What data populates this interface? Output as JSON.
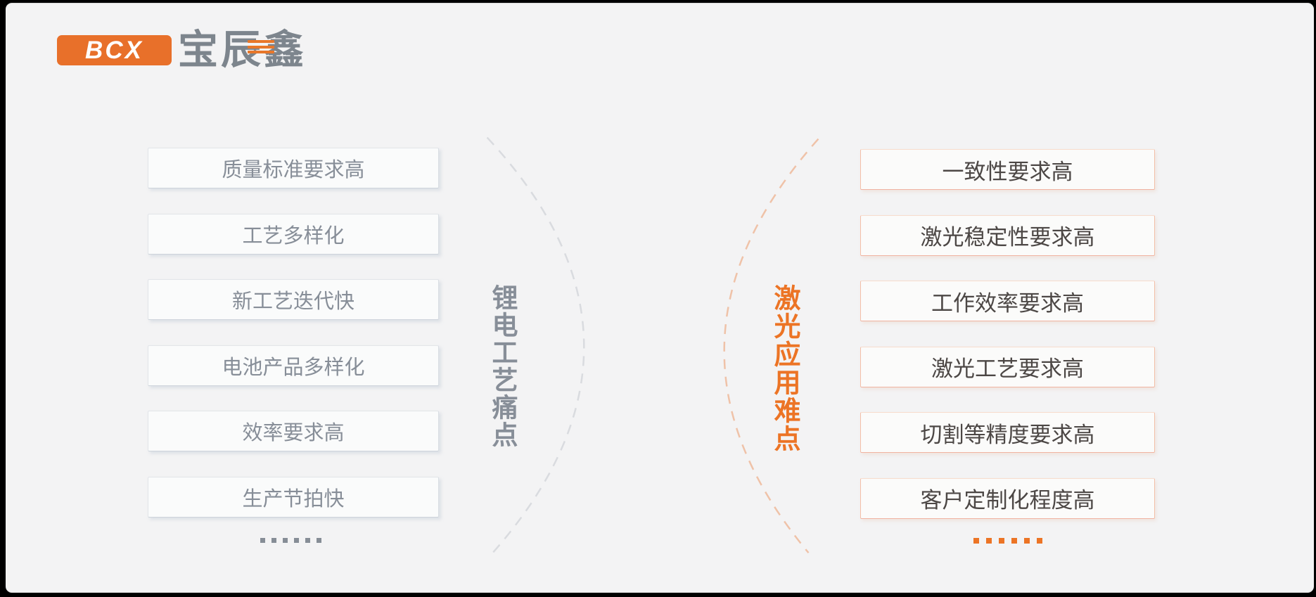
{
  "logo": {
    "badge_text": "BCX",
    "company_name": "宝辰鑫"
  },
  "left_panel": {
    "title": "锂电工艺痛点",
    "items": [
      "质量标准要求高",
      "工艺多样化",
      "新工艺迭代快",
      "电池产品多样化",
      "效率要求高",
      "生产节拍快"
    ],
    "ellipsis": "......"
  },
  "right_panel": {
    "title": "激光应用难点",
    "items": [
      "一致性要求高",
      "激光稳定性要求高",
      "工作效率要求高",
      "激光工艺要求高",
      "切割等精度要求高",
      "客户定制化程度高"
    ],
    "ellipsis": "......"
  },
  "colors": {
    "accent_orange": "#ec7425",
    "muted_gray": "#878e98",
    "dark_text": "#4c4745",
    "left_box_border": "#e2e5e9",
    "right_box_border": "#f3bfa8",
    "background": "#f3f3f4"
  }
}
